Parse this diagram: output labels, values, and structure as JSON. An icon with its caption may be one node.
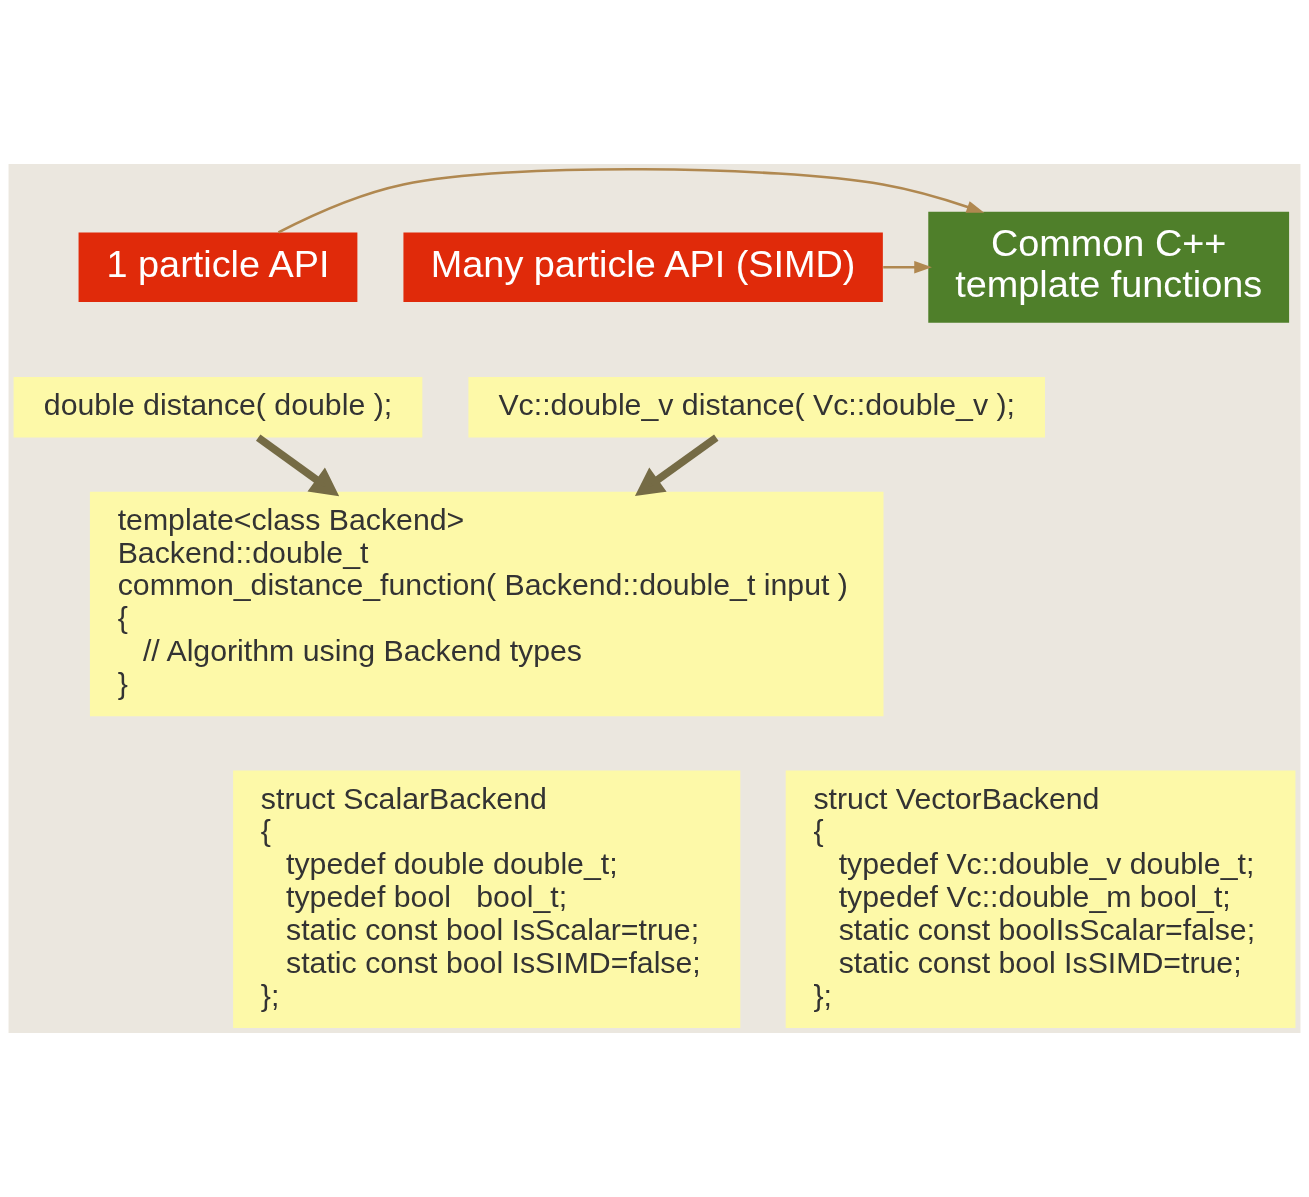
{
  "diagram": {
    "nodes": [
      {
        "text": [
          "1 particle API"
        ]
      },
      {
        "text": [
          "Common C++",
          "template functions"
        ]
      },
      {
        "text": [
          "Many particle API (SIMD)"
        ]
      },
      {
        "text": [
          "double distance( double );"
        ]
      },
      {
        "text": [
          "Vc::double_v distance( Vc::double_v );"
        ]
      },
      {
        "text": [
          "template<class Backend>",
          "Backend::double_t",
          "common_distance_function( Backend::double_t input )",
          "{",
          "// Algorithm using Backend types",
          "}"
        ]
      },
      {
        "text": [
          "struct ScalarBackend",
          "{",
          "typedef double double_t;",
          "typedef bool   bool_t;",
          "static const bool IsScalar=true;",
          "static const bool IsSIMD=false;",
          "};"
        ]
      },
      {
        "text": [
          "struct VectorBackend",
          "{",
          "typedef Vc::double_v double_t;",
          "typedef Vc::double_m bool_t;",
          "static const boolIsScalar=false;",
          "static const bool IsSIMD=true;",
          "};"
        ]
      }
    ],
    "edges": [
      {
        "from": 0,
        "to": 1,
        "arrow": "to",
        "color": "#b08850"
      },
      {
        "from": 2,
        "to": 1,
        "arrow": "to",
        "color": "#b08850"
      },
      {
        "from": 3,
        "to": 5,
        "arrow": "to",
        "style": "thick",
        "color": "#756b45"
      },
      {
        "from": 4,
        "to": 5,
        "arrow": "to",
        "style": "thick",
        "color": "#756b45"
      }
    ]
  }
}
